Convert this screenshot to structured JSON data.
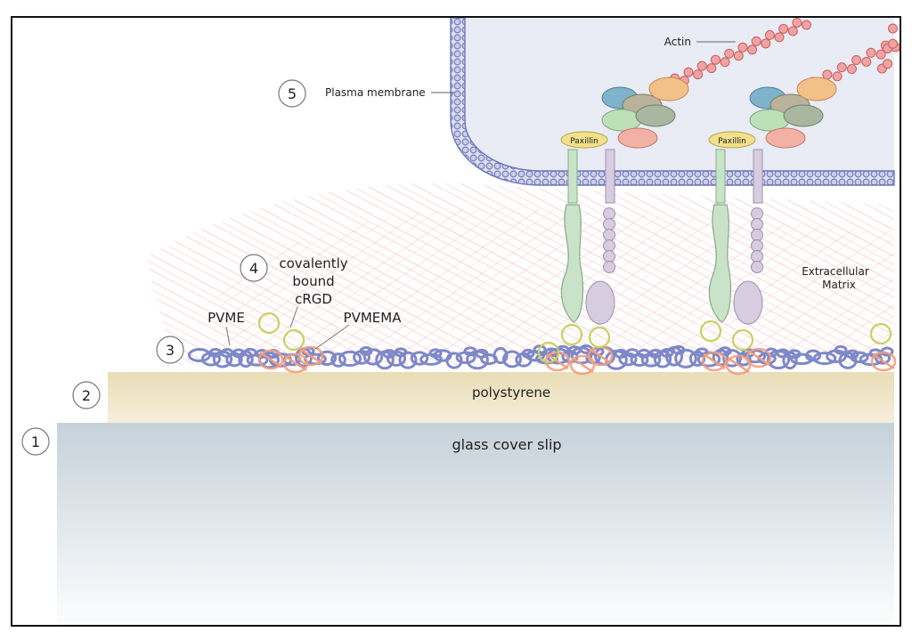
{
  "layers": {
    "glass": {
      "number": "1",
      "label": "glass cover slip"
    },
    "polystyrene": {
      "number": "2",
      "label": "polystyrene"
    },
    "polymer": {
      "number": "3"
    },
    "ligand": {
      "number": "4",
      "label_lines": [
        "covalently",
        "bound",
        "cRGD"
      ]
    },
    "membrane": {
      "number": "5",
      "label": "Plasma membrane"
    }
  },
  "labels": {
    "pvme": "PVME",
    "pvmema": "PVMEMA",
    "actin": "Actin",
    "paxillin": "Paxillin",
    "ecm_line1": "Extracellular",
    "ecm_line2": "Matrix"
  },
  "colors": {
    "glass_top": "#c9d4dc",
    "glass_bottom": "#ffffff",
    "polystyrene": "#efe3c2",
    "polymer_coil": "#7e88c8",
    "pvmema_coil": "#f0a080",
    "ring": "#c8d060",
    "membrane": "#7f86c2",
    "cell_interior": "#e8ebf3",
    "actin": "#e48a88",
    "paxillin": "#f2e08a",
    "integrin_alpha": "#c9e3c9",
    "integrin_beta": "#d8cce0",
    "ecm": "#f3c9cc"
  }
}
